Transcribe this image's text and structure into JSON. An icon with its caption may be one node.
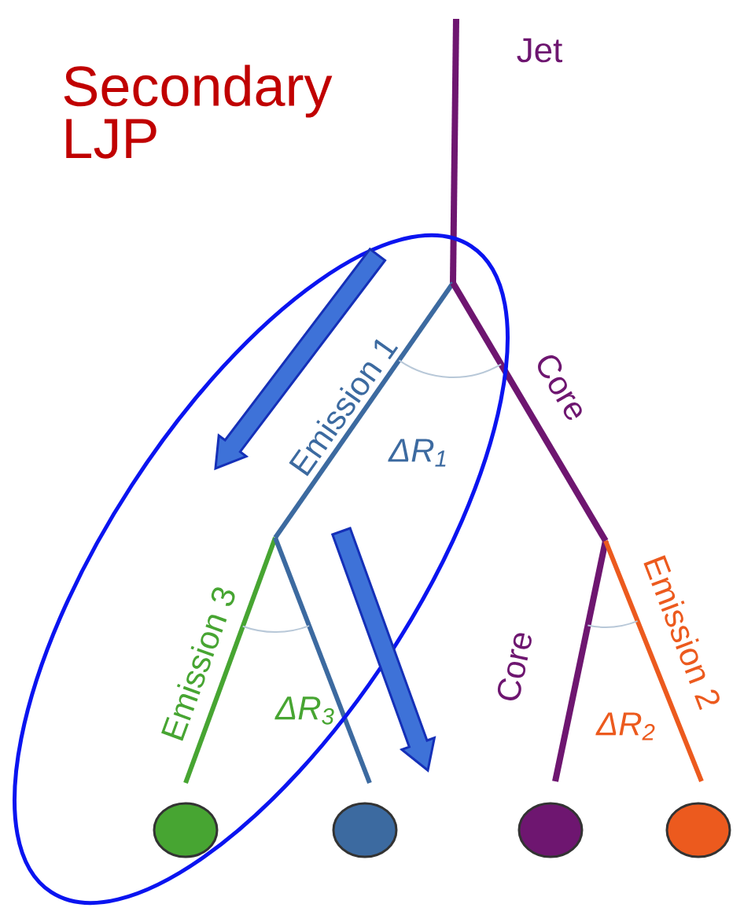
{
  "diagram": {
    "nodes": [
      {
        "text": [],
        "shape": "circle"
      },
      {
        "text": [],
        "shape": "circle"
      },
      {
        "text": [],
        "shape": "circle"
      },
      {
        "text": [],
        "shape": "circle"
      }
    ],
    "labels": [
      "Secondary LJP",
      "Jet",
      "Emission 1",
      "Core",
      "ΔR$_{1}$",
      "Emission 3",
      "Core",
      "Emission 2",
      "ΔR$_{3}$",
      "ΔR$_{2}$"
    ]
  }
}
